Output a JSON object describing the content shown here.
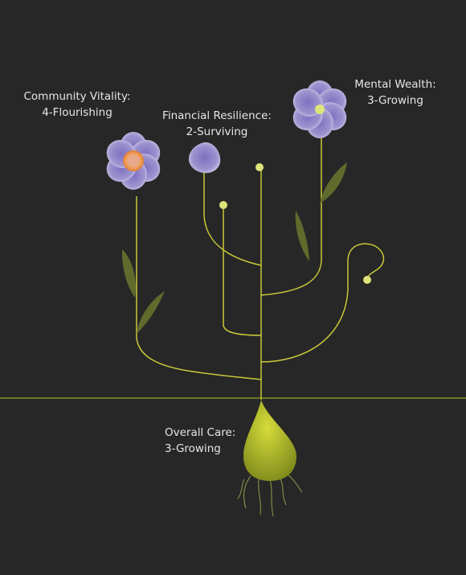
{
  "labels": {
    "community": {
      "title": "Community Vitality:",
      "status": "4-Flourishing"
    },
    "financial": {
      "title": "Financial Resilience:",
      "status": "2-Surviving"
    },
    "mental": {
      "title": "Mental Wealth:",
      "status": "3-Growing"
    },
    "overall": {
      "title": "Overall Care:",
      "status": "3-Growing"
    }
  },
  "colors": {
    "background": "#272727",
    "stem": "#c9c93a",
    "ground": "#6b7a2a",
    "petal": "#9a91cc",
    "leaf": "#5f6b2c",
    "bud_dot": "#dfe47a",
    "bulb": "#b8c02a",
    "flower_center_flourishing": "#f0a040",
    "flower_center_growing": "#dfe47a"
  }
}
